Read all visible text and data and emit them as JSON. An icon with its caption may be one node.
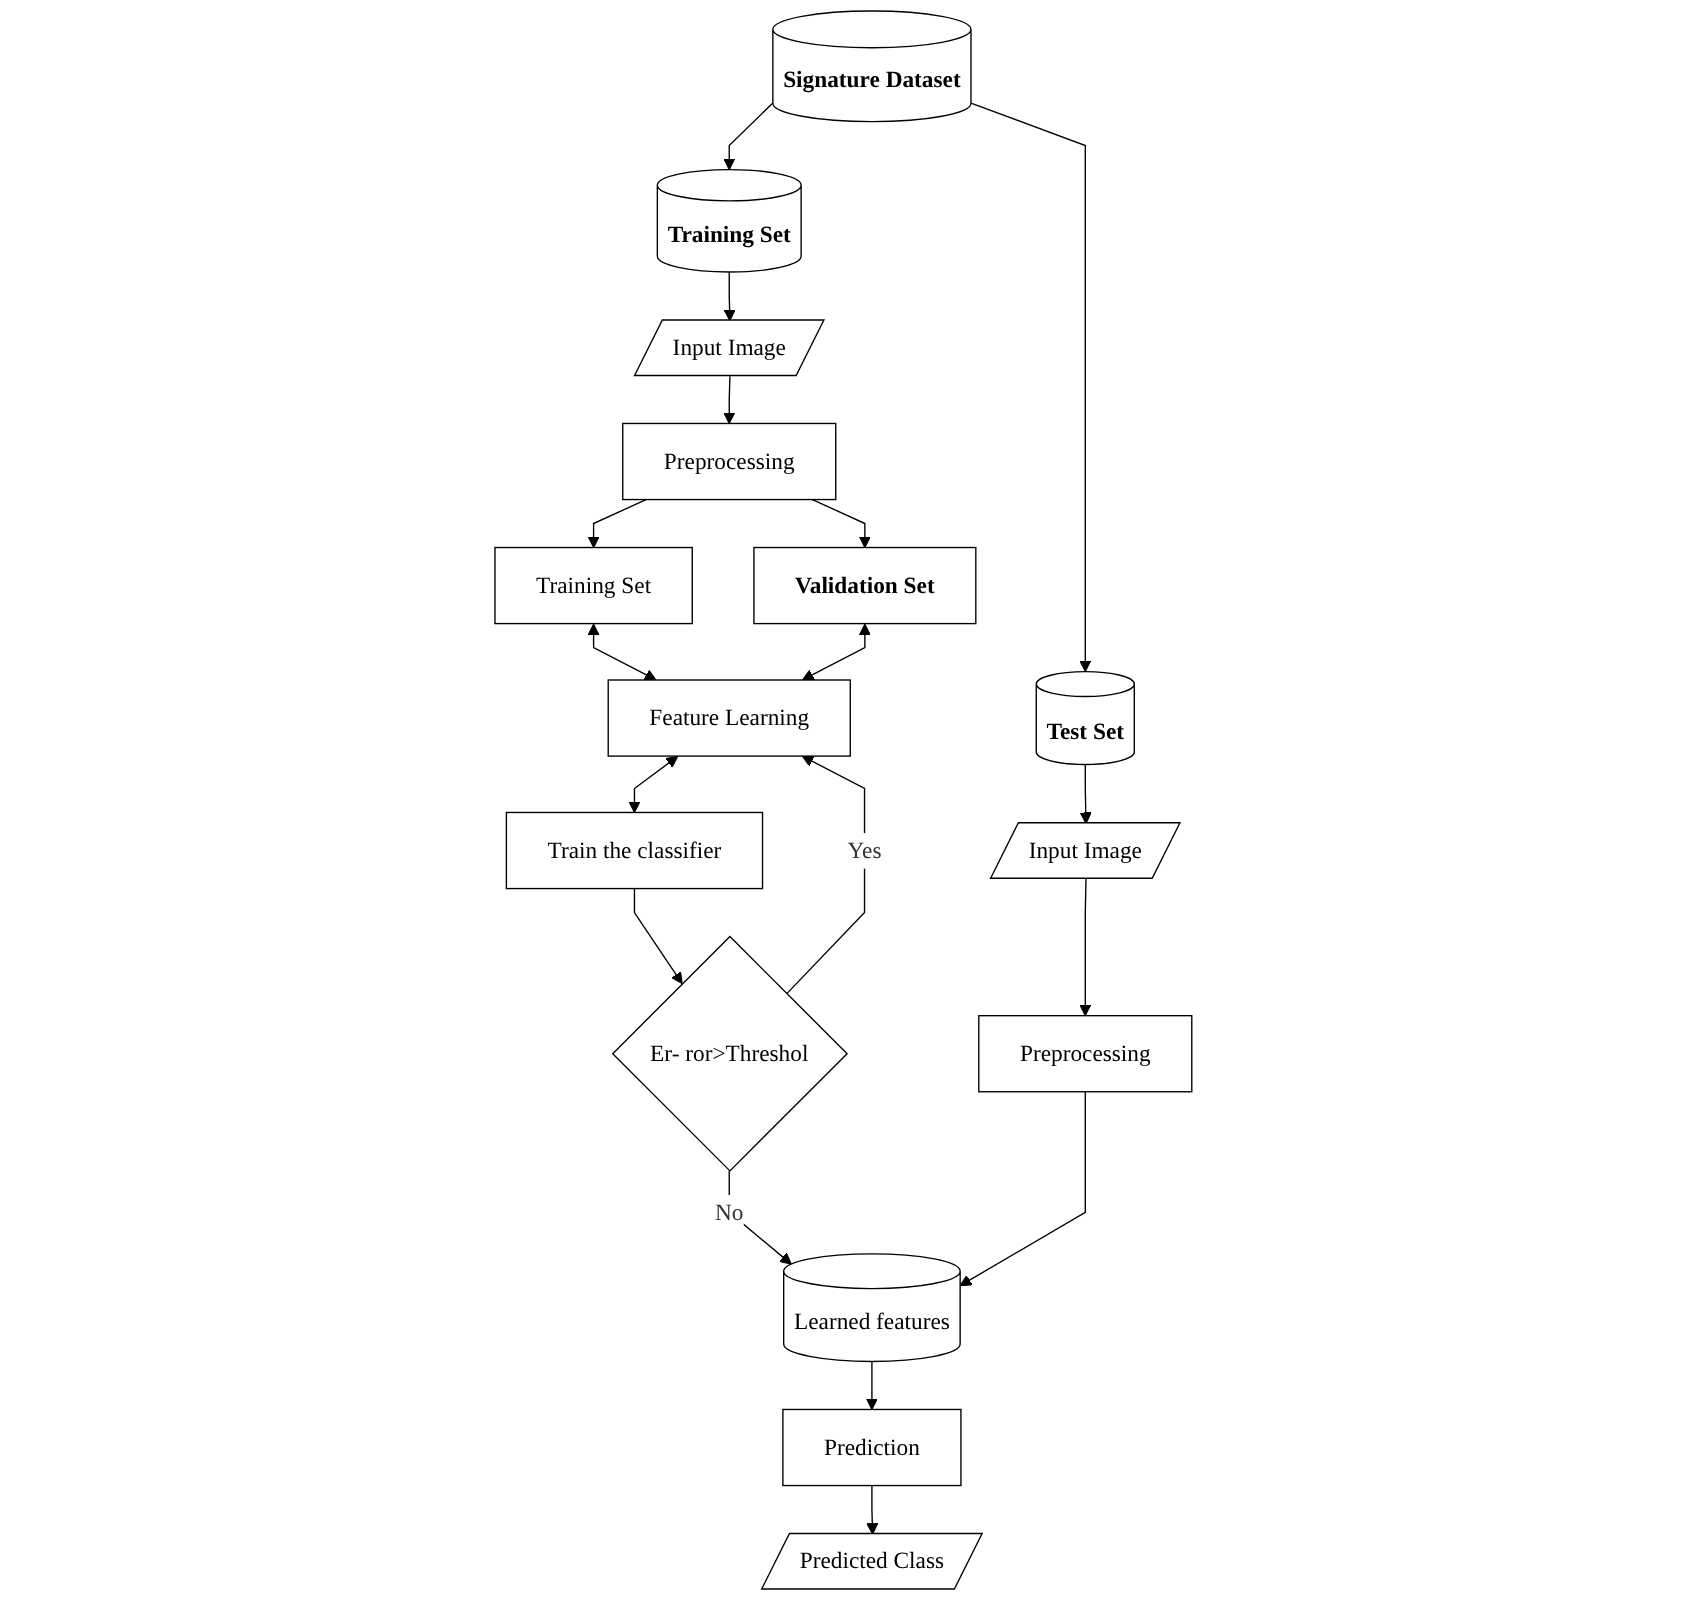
{
  "diagram": {
    "nodes": [
      {
        "text": [
          "Signature Dataset"
        ]
      },
      {
        "text": [
          "Training Set"
        ]
      },
      {
        "text": [
          "Test Set"
        ]
      },
      {
        "text": [
          "Input Image"
        ]
      },
      {
        "text": [
          "Preprocessing"
        ]
      },
      {
        "text": [
          "Training Set"
        ]
      },
      {
        "text": [
          "Validation Set"
        ]
      },
      {
        "text": [
          "Feature Learning"
        ]
      },
      {
        "text": [
          "Train the classifier"
        ]
      },
      {
        "text": [
          "Er- ror>Threshol"
        ]
      },
      {
        "text": [
          "Input Image"
        ]
      },
      {
        "text": [
          "Preprocessing"
        ]
      },
      {
        "text": [
          "Learned features"
        ]
      },
      {
        "text": [
          "Prediction"
        ]
      },
      {
        "text": [
          "Predicted Class"
        ]
      }
    ],
    "edges": [
      {
        "from": 0,
        "to": 1,
        "arrow": "to"
      },
      {
        "from": 0,
        "to": 2,
        "arrow": "to"
      },
      {
        "from": 1,
        "to": 3,
        "arrow": "to"
      },
      {
        "from": 3,
        "to": 4,
        "arrow": "to"
      },
      {
        "from": 4,
        "to": 5,
        "arrow": "to"
      },
      {
        "from": 4,
        "to": 6,
        "arrow": "to"
      },
      {
        "from": 5,
        "to": 7,
        "arrow": "both"
      },
      {
        "from": 6,
        "to": 7,
        "arrow": "both"
      },
      {
        "from": 7,
        "to": 8,
        "arrow": "both"
      },
      {
        "from": 8,
        "to": 9,
        "arrow": "to"
      },
      {
        "from": 9,
        "to": 7,
        "label": "Yes",
        "arrow": "to"
      },
      {
        "from": 9,
        "to": 12,
        "label": "No",
        "arrow": "to"
      },
      {
        "from": 2,
        "to": 10,
        "arrow": "to"
      },
      {
        "from": 10,
        "to": 11,
        "arrow": "to"
      },
      {
        "from": 11,
        "to": 12,
        "arrow": "to"
      },
      {
        "from": 12,
        "to": 13,
        "arrow": "to"
      },
      {
        "from": 13,
        "to": 14,
        "arrow": "to"
      }
    ]
  }
}
